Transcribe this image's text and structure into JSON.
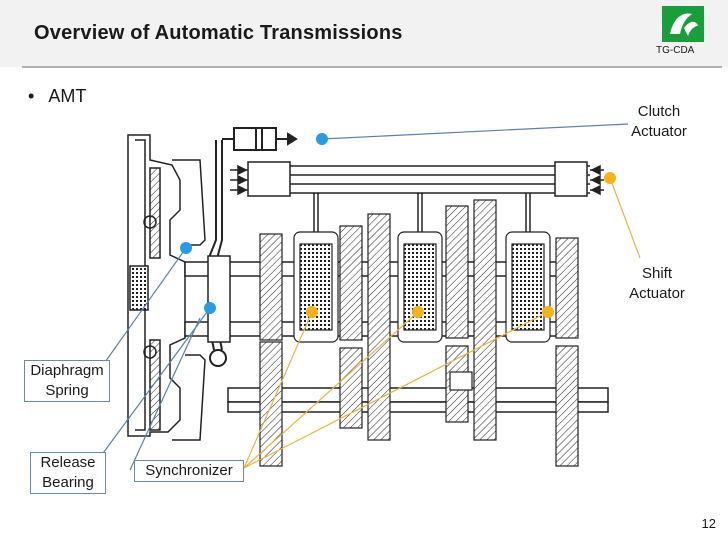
{
  "header": {
    "title": "Overview of Automatic Transmissions",
    "logo_text": "TG-CDA"
  },
  "bullet": {
    "marker": "•",
    "text": "AMT"
  },
  "labels": {
    "clutch_actuator": [
      "Clutch",
      "Actuator"
    ],
    "shift_actuator": [
      "Shift",
      "Actuator"
    ],
    "diaphragm_spring": [
      "Diaphragm",
      "Spring"
    ],
    "release_bearing": [
      "Release",
      "Bearing"
    ],
    "synchronizer": "Synchronizer"
  },
  "page_number": "12",
  "colors": {
    "blue_marker": "#2a9be0",
    "orange_marker": "#f5b21a",
    "blue_leader": "#5a7fb0",
    "orange_leader": "#f0b040",
    "logo_green": "#1a9e3c"
  }
}
